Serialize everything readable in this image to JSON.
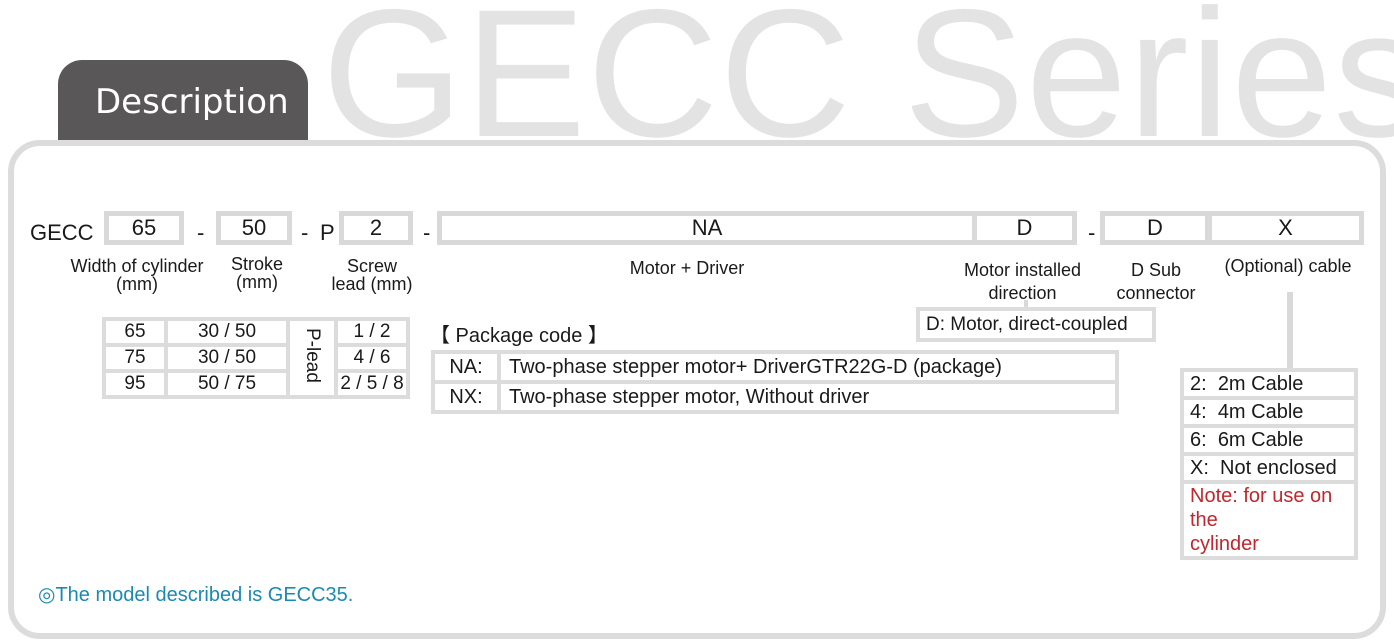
{
  "background_title": "GECC Series",
  "tab_label": "Description",
  "code": {
    "prefix": "GECC",
    "width": "65",
    "dash": "-",
    "stroke": "50",
    "p": "P",
    "lead": "2",
    "motor": "NA",
    "direction": "D",
    "dsub": "D",
    "cable": "X"
  },
  "labels": {
    "width": [
      "Width of cylinder",
      "(mm)"
    ],
    "stroke": [
      "Stroke",
      "(mm)"
    ],
    "lead": [
      "Screw",
      "lead (mm)"
    ],
    "motor": "Motor + Driver",
    "direction": [
      "Motor installed",
      "direction"
    ],
    "dsub": [
      "D Sub",
      "connector"
    ],
    "cable": "(Optional) cable"
  },
  "size_table": {
    "p_lead": "P-lead",
    "rows": [
      {
        "width": "65",
        "stroke": "30 / 50",
        "lead": "1 / 2"
      },
      {
        "width": "75",
        "stroke": "30 / 50",
        "lead": "4 / 6"
      },
      {
        "width": "95",
        "stroke": "50 / 75",
        "lead": "2 / 5 / 8"
      }
    ]
  },
  "package": {
    "title": "【 Package code 】",
    "rows": [
      {
        "code": "NA:",
        "desc": "Two-phase stepper motor+ DriverGTR22G-D (package)"
      },
      {
        "code": "NX:",
        "desc": "Two-phase stepper motor, Without driver"
      }
    ]
  },
  "direction_option": "D: Motor, direct-coupled",
  "cable_options": [
    {
      "code": "2:",
      "desc": "2m Cable"
    },
    {
      "code": "4:",
      "desc": "4m Cable"
    },
    {
      "code": "6:",
      "desc": "6m Cable"
    },
    {
      "code": "X:",
      "desc": "Not enclosed"
    }
  ],
  "cable_note": [
    "Note: for use on the",
    "cylinder"
  ],
  "footnote": "◎The model described is GECC35.",
  "colors": {
    "tab": "#595757",
    "border": "#dcdcdc",
    "note_blue": "#1b8ab3",
    "note_red": "#c1272d"
  }
}
